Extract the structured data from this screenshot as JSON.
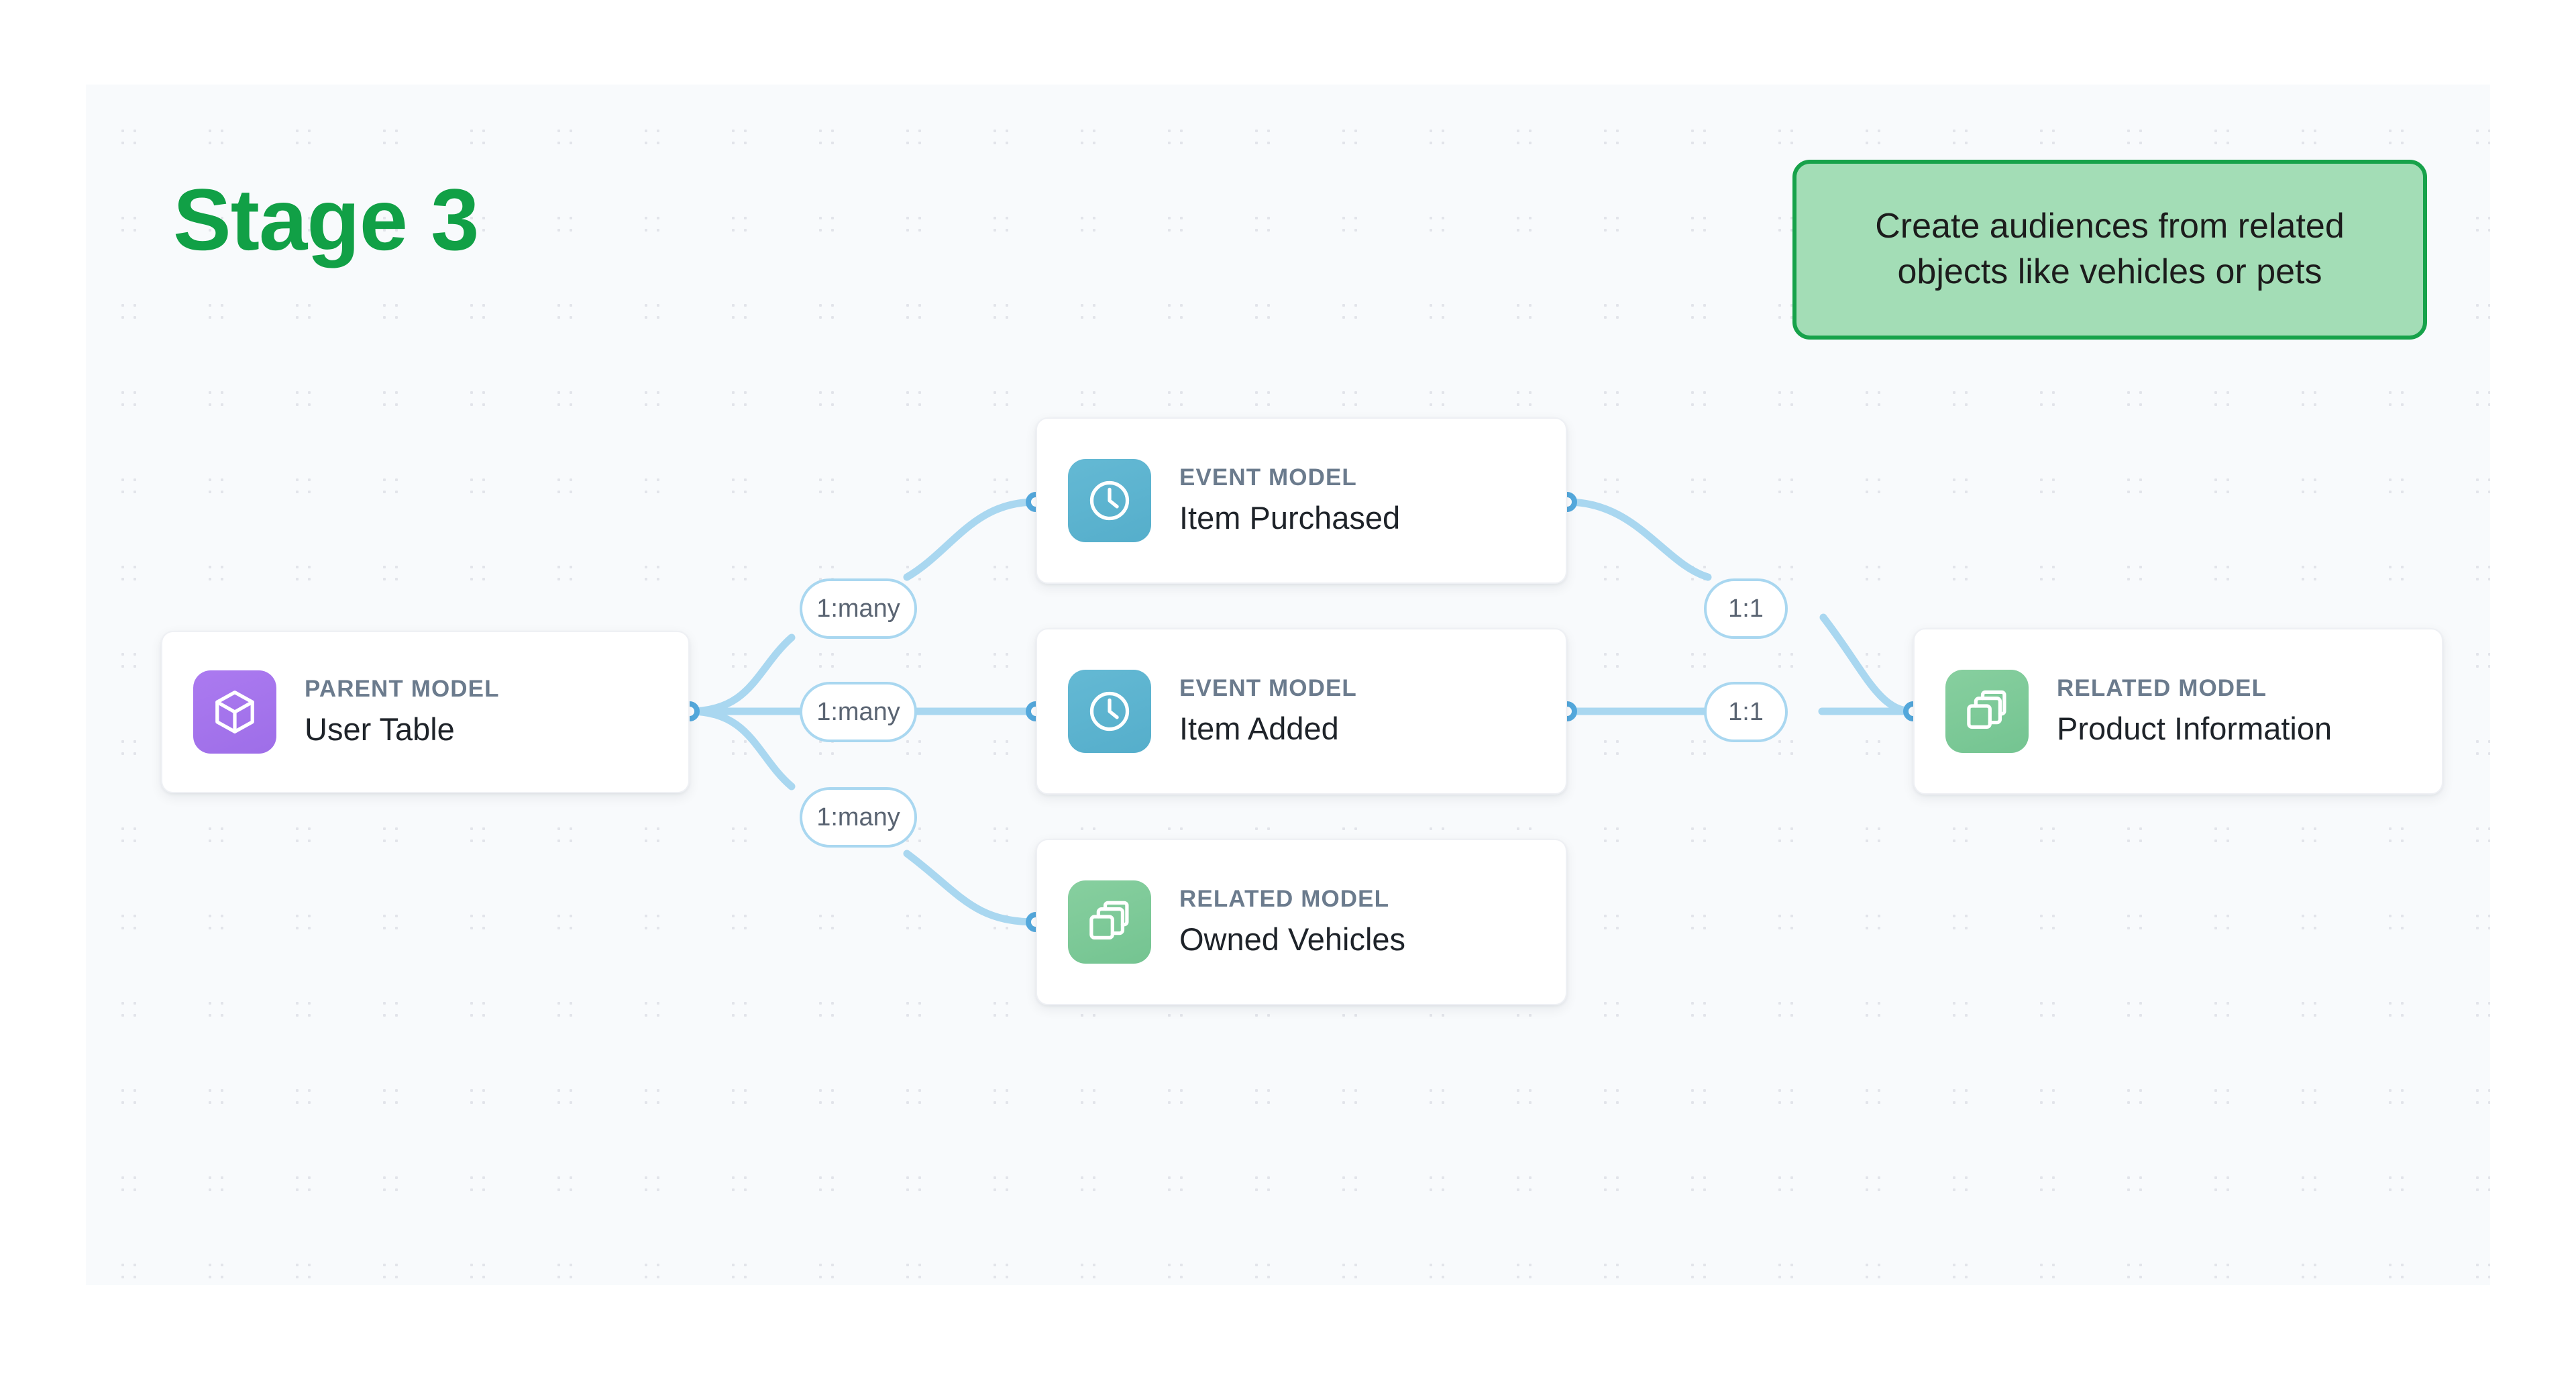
{
  "stage": {
    "title": "Stage 3",
    "color": "#11a046"
  },
  "callout": {
    "text": "Create audiences from related objects like vehicles or pets",
    "fill": "#a3ddb6",
    "border": "#17a24a"
  },
  "canvas": {
    "background": "#f8fafc",
    "dot_color": "#e2e4ea"
  },
  "diagram": {
    "edge_color": "#a9d7f0",
    "port_color": "#54a9dd",
    "nodes": [
      {
        "id": "parent-user-table",
        "kicker": "PARENT MODEL",
        "title": "User Table",
        "icon": "cube-icon",
        "icon_color": "#a376ee"
      },
      {
        "id": "event-item-purchased",
        "kicker": "EVENT MODEL",
        "title": "Item Purchased",
        "icon": "clock-icon",
        "icon_color": "#5cb3d0"
      },
      {
        "id": "event-item-added",
        "kicker": "EVENT MODEL",
        "title": "Item Added",
        "icon": "clock-icon",
        "icon_color": "#5cb3d0"
      },
      {
        "id": "related-owned-vehicles",
        "kicker": "RELATED MODEL",
        "title": "Owned Vehicles",
        "icon": "layers-icon",
        "icon_color": "#7dc898"
      },
      {
        "id": "related-product-information",
        "kicker": "RELATED MODEL",
        "title": "Product Information",
        "icon": "layers-icon",
        "icon_color": "#7dc898"
      }
    ],
    "relationships": [
      {
        "id": "rel-parent-purchased",
        "label": "1:many",
        "from": "parent-user-table",
        "to": "event-item-purchased"
      },
      {
        "id": "rel-parent-added",
        "label": "1:many",
        "from": "parent-user-table",
        "to": "event-item-added"
      },
      {
        "id": "rel-parent-vehicles",
        "label": "1:many",
        "from": "parent-user-table",
        "to": "related-owned-vehicles"
      },
      {
        "id": "rel-purchased-product",
        "label": "1:1",
        "from": "event-item-purchased",
        "to": "related-product-information"
      },
      {
        "id": "rel-added-product",
        "label": "1:1",
        "from": "event-item-added",
        "to": "related-product-information"
      }
    ]
  }
}
